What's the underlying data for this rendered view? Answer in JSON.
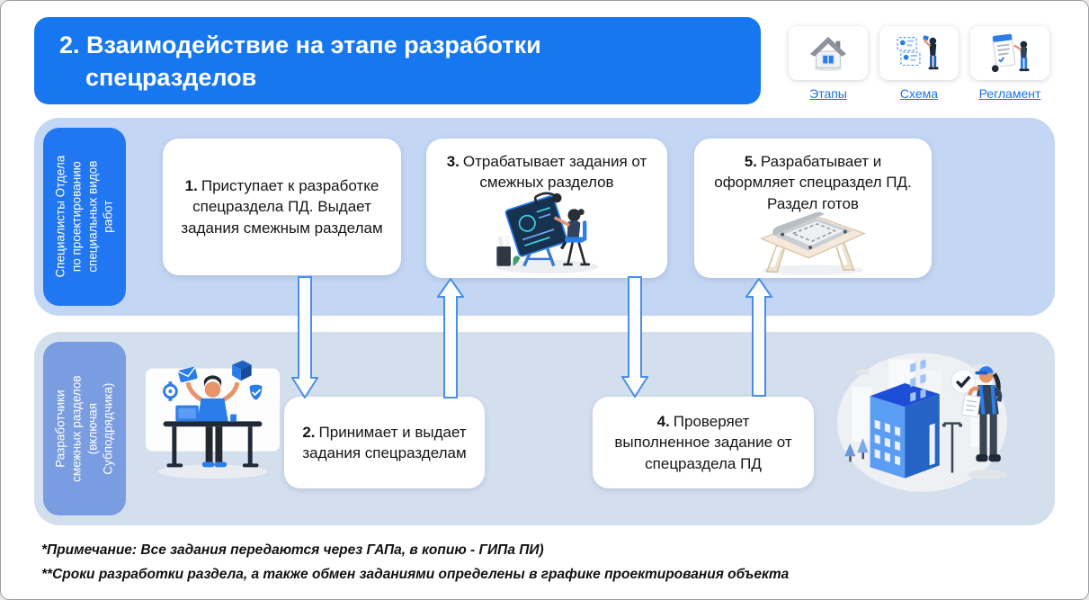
{
  "header": {
    "title_line1": "2. Взаимодействие на этапе разработки",
    "title_line2": "спецразделов"
  },
  "nav": {
    "items": [
      {
        "label": "Этапы",
        "icon": "house-icon"
      },
      {
        "label": "Схема",
        "icon": "scheme-icon"
      },
      {
        "label": "Регламент",
        "icon": "regulation-icon"
      }
    ]
  },
  "lanes": [
    {
      "label": "Специалисты Отдела\nпо проектированию\nспециальных видов\nработ",
      "steps": [
        {
          "num": "1.",
          "text": "Приступает к разработке спецраздела ПД. Выдает задания смежным разделам"
        },
        {
          "num": "3.",
          "text": "Отрабатывает задания от смежных разделов"
        },
        {
          "num": "5.",
          "text": "Разрабатывает и оформляет спецраздел ПД. Раздел готов"
        }
      ]
    },
    {
      "label": "Разработчики\nсмежных разделов\n(включая\nСубподрядчика)",
      "steps": [
        {
          "num": "2.",
          "text": "Принимает и выдает задания спецразделам"
        },
        {
          "num": "4.",
          "text": "Проверяет выполненное задание от спецраздела ПД"
        }
      ]
    }
  ],
  "illustrations": {
    "step3": "drafting-board-person",
    "step5": "blueprint-table",
    "bottom_left": "multitasking-person-at-desk",
    "bottom_right": "building-inspection-person"
  },
  "notes": [
    "*Примечание: Все задания передаются через ГАПа, в копию - ГИПа ПИ)",
    "**Сроки разработки раздела, а также обмен заданиями определены в графике проектирования объекта"
  ],
  "colors": {
    "header-blue": "#1677f1",
    "lane1-bg": "#c3d6f4",
    "lane2-bg": "#d4dfee",
    "lane1-label-bg": "#2177f2",
    "lane2-label-bg": "#7a9ce0",
    "arrow-blue": "#4a8fe7",
    "link-blue": "#1a73e8",
    "accent-blue": "#2b7de9"
  }
}
